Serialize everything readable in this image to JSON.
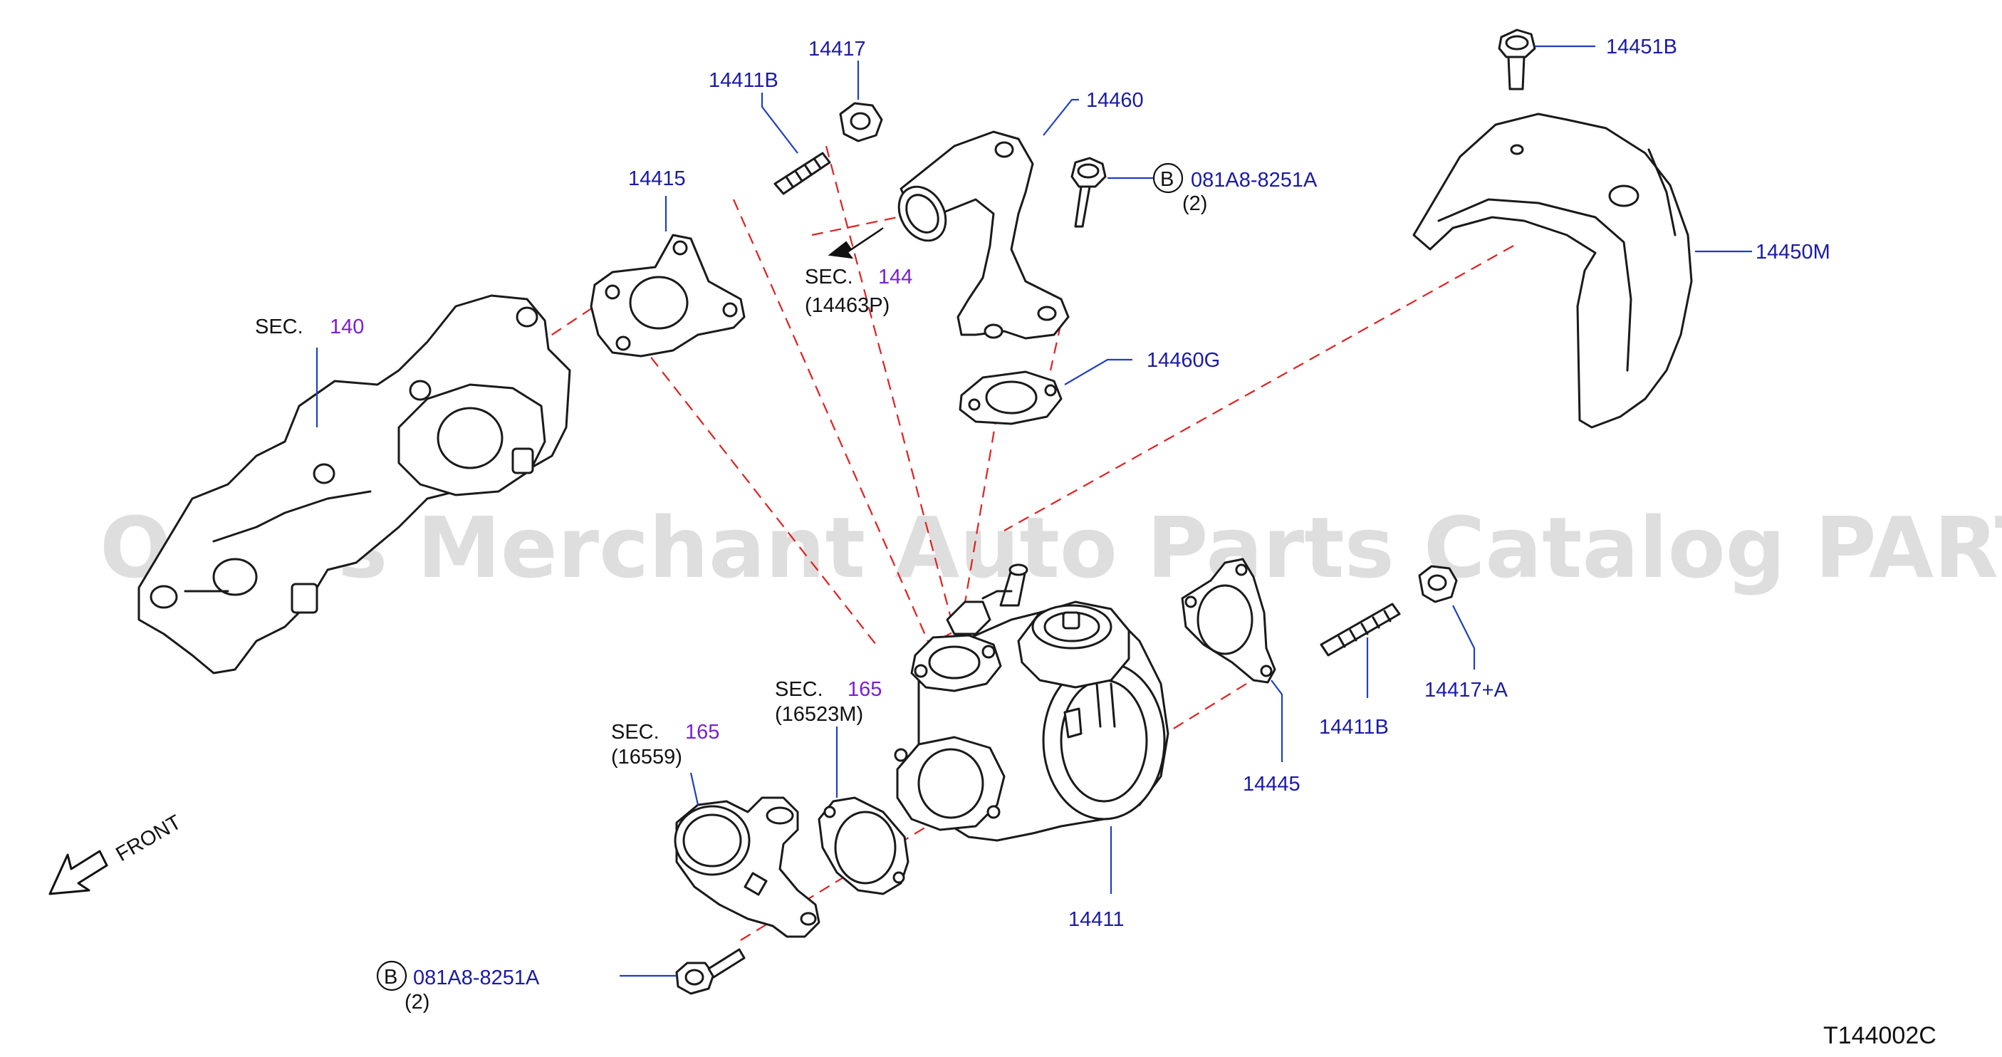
{
  "watermark": "Offers Merchant Auto Parts Catalog PARTSTORE.SA",
  "diagram_code": "T144002C",
  "front_label": "FRONT",
  "sections": {
    "sec_label": "SEC.",
    "sec140": "140",
    "sec144": "144",
    "sec144_sub": "(14463P)",
    "sec165a": "165",
    "sec165a_sub": "(16523M)",
    "sec165b": "165",
    "sec165b_sub": "(16559)"
  },
  "bolt_callouts": {
    "b_circle": "B",
    "upper_part": "081A8-8251A",
    "upper_qty": "(2)",
    "lower_part": "081A8-8251A",
    "lower_qty": "(2)"
  },
  "part_numbers": {
    "p14417": "14417",
    "p14411B_top": "14411B",
    "p14415": "14415",
    "p14460": "14460",
    "p14460G": "14460G",
    "p14451B": "14451B",
    "p14450M": "14450M",
    "p14445": "14445",
    "p14411B_right": "14411B",
    "p14417A": "14417+A",
    "p14411": "14411"
  }
}
